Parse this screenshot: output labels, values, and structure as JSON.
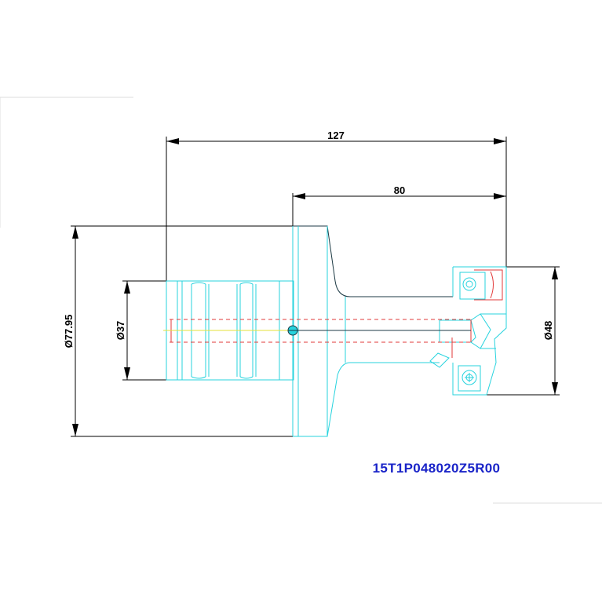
{
  "dimensions": {
    "overall_length": "127",
    "head_length": "80",
    "flange_diameter": "Ø77.95",
    "shank_diameter": "Ø37",
    "cutter_diameter": "Ø48"
  },
  "part_code": "15T1P048020Z5R00",
  "colors": {
    "outline": "#27d3de",
    "dimension": "#000000",
    "hidden": "#e23a3a",
    "centerline": "#e4e23a",
    "part_code": "#1a24c8"
  }
}
